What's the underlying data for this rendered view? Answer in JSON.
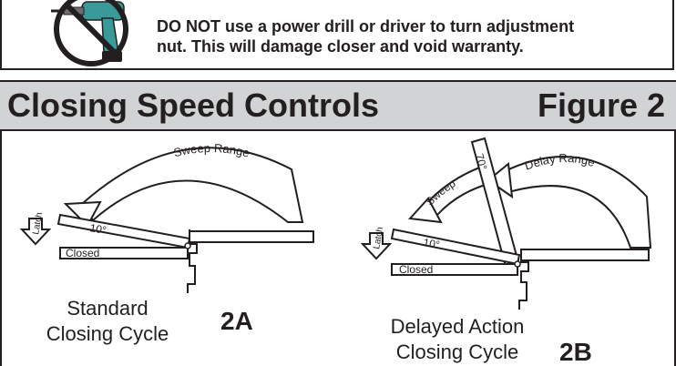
{
  "warning": {
    "line1": "DO NOT use a power drill or driver to turn adjustment",
    "line2": "nut. This will damage closer and void warranty.",
    "icon": "no-power-drill-icon"
  },
  "header": {
    "title": "Closing Speed Controls",
    "figure": "Figure 2"
  },
  "diagram_a": {
    "sweep_label": "Sweep Range",
    "latch_label": "Latch",
    "angle_label": "10°",
    "closed_label": "Closed",
    "caption_line1": "Standard",
    "caption_line2": "Closing Cycle",
    "id_label": "2A"
  },
  "diagram_b": {
    "delay_label": "Delay Range",
    "sweep_label": "Sweep",
    "angle_top_label": "70°",
    "latch_label": "Latch",
    "angle_label": "10°",
    "closed_label": "Closed",
    "caption_line1": "Delayed Action",
    "caption_line2": "Closing Cycle",
    "id_label": "2B"
  },
  "colors": {
    "ink": "#231f20",
    "title_bar": "#d1d3d4",
    "drill_body": "#3a9a9a"
  }
}
